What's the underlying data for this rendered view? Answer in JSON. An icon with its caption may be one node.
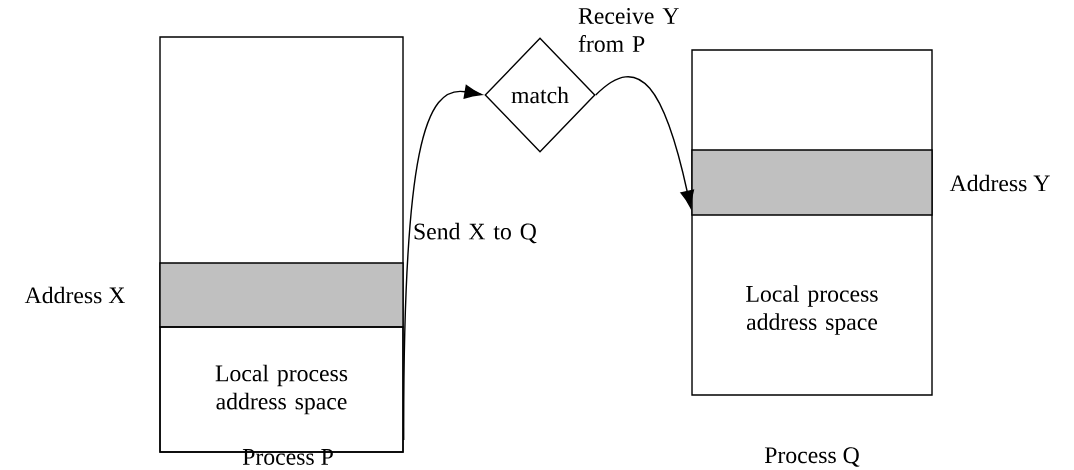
{
  "diagram": {
    "nodes": [
      {
        "text": [
          "Process P"
        ]
      },
      {
        "text": [],
        "shape": "bar",
        "beside": [
          "Address X"
        ],
        "in": 0
      },
      {
        "text": [
          "Local process address space"
        ],
        "in": 0
      },
      {
        "text": [
          "match"
        ]
      },
      {
        "text": [
          "Process Q"
        ]
      },
      {
        "text": [],
        "shape": "bar",
        "beside": [
          "Address Y"
        ],
        "in": 4
      },
      {
        "text": [
          "Local process address space"
        ],
        "in": 4
      }
    ],
    "edges": [
      {
        "from": 0,
        "to": 3,
        "arrow": "to",
        "label": "Send X to Q"
      },
      {
        "from": 3,
        "to": 5,
        "arrow": "to",
        "label": "Receive Y from P"
      }
    ]
  }
}
